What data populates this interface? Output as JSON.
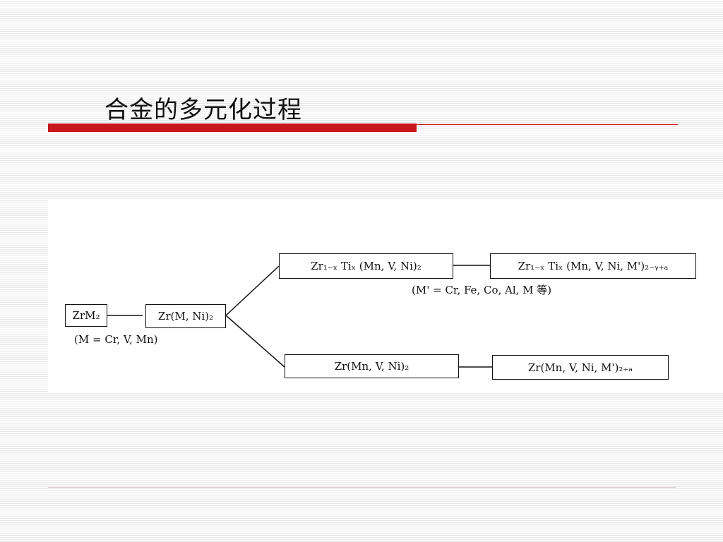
{
  "slide": {
    "title": "合金的多元化过程"
  },
  "diagram": {
    "nodes": {
      "zrm2": "ZrM₂",
      "zr_m_ni": "Zr(M, Ni)₂",
      "zr_ti_mn_v_ni": "Zr₁₋ₓ Tiₓ (Mn, V, Ni)₂",
      "zr_ti_mn_v_ni_m": "Zr₁₋ₓ Tiₓ (Mn, V, Ni, M')₂₋ᵧ₊ₐ",
      "zr_mn_v_ni": "Zr(Mn, V, Ni)₂",
      "zr_mn_v_ni_m": "Zr(Mn, V, Ni, M')₂₊ₐ"
    },
    "notes": {
      "m_def": "(M = Cr, V, Mn)",
      "m_prime_def": "(M' = Cr, Fe, Co, Al, M 等)"
    }
  }
}
